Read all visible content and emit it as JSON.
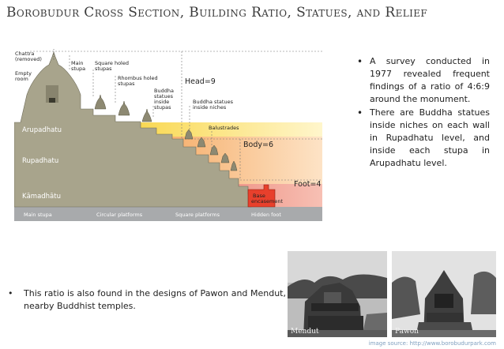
{
  "title": "Borobudur Cross Section, Building Ratio, Statues, and Relief",
  "diagram": {
    "labels": {
      "chattra": "Chattra",
      "chattra_removed": "(removed)",
      "empty_room_1": "Empty",
      "empty_room_2": "room",
      "main_stupa_1": "Main",
      "main_stupa_2": "stupa",
      "square_holed_1": "Square holed",
      "square_holed_2": "stupas",
      "rhombus_holed_1": "Rhombus holed",
      "rhombus_holed_2": "stupas",
      "buddha_in_stupas_1": "Buddha",
      "buddha_in_stupas_2": "statues",
      "buddha_in_stupas_3": "inside",
      "buddha_in_stupas_4": "stupas",
      "buddha_in_niches_1": "Buddha statues",
      "buddha_in_niches_2": "inside niches",
      "balustrades": "Balustrades",
      "head": "Head=9",
      "body": "Body=6",
      "foot": "Foot=4",
      "base_1": "Base",
      "base_2": "encasement"
    },
    "levels": {
      "arupadhatu": "Arupadhatu",
      "rupadhatu": "Rupadhatu",
      "kamadhatu": "Kāmadhātu"
    },
    "footer": {
      "main_stupa": "Main stupa",
      "circular": "Circular platforms",
      "square": "Square platforms",
      "hidden": "Hidden foot"
    },
    "colors": {
      "arupadhatu": "#f5c800",
      "rupadhatu": "#f0821e",
      "kamadhatu": "#e0402a",
      "footer": "#a8aaac",
      "stone": "#a8a48c",
      "base": "#e8402c"
    }
  },
  "bullets": [
    "A survey conducted in 1977 revealed frequent findings of a ratio of 4:6:9 around the monument.",
    "There are Buddha statues inside niches on each wall in Rupadhatu level, and inside each stupa in Arupadhatu level."
  ],
  "bottom_bullet": "This ratio is also found in the designs of Pawon and Mendut, nearby Buddhist temples.",
  "bullet_symbol": "•",
  "photos": {
    "mendut": "Mendut",
    "pawon": "Pawon"
  },
  "source": "image source: http://www.borobudurpark.com"
}
